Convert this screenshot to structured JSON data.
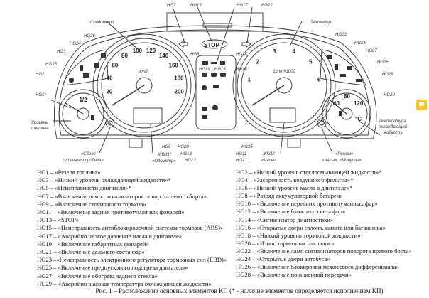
{
  "figure": {
    "labels": {
      "hg7": "HG7",
      "hg13": "HG13",
      "hg17": "HG17",
      "hg22": "HG22",
      "speedometer": "Спидометр",
      "tachometer": "Тахометр",
      "hg26": "HG26",
      "hg24": "HG24",
      "hg3": "HG3",
      "hg25": "HG25",
      "hg2": "HG2",
      "hg1": "HG1*",
      "fuel_1": "Уровень",
      "fuel_2": "топлива",
      "reset_1": "«Сброс",
      "reset_2": "суточного пробега»",
      "hg9": "HG9",
      "hg20": "HG20",
      "hg18": "HG18",
      "hg12": "HG12",
      "lcd1_1": "ЖКИ1*",
      "lcd1_2": "«Одометр»",
      "hg8": "HG8",
      "hg19": "HG19",
      "hg15": "HG15",
      "hg14": "HG14",
      "hg16": "HG16",
      "hg23": "HG23",
      "hg4": "HG24",
      "hg27": "HG27",
      "hg6": "HG25",
      "hg28": "HG28",
      "hg29": "HG29",
      "temp_1": "Температура",
      "temp_2": "охлаждающей",
      "temp_3": "жидкости",
      "lcd2_1": "ЖКИ2",
      "lcd2_2": "«Часы»",
      "mode_1": "«Режим»",
      "mode_2": "«Часы», «Минуты»",
      "hg10": "HG25",
      "hg11": "HG11",
      "hg21": "HG21",
      "stop": "STOP",
      "kmh": "km/h",
      "rpm": "1/min×1000",
      "fuel_half": "1/2",
      "temp_c": "°C"
    },
    "speed_ticks": [
      "20",
      "40",
      "60",
      "80",
      "100",
      "120",
      "140",
      "160",
      "180",
      "200"
    ],
    "rpm_ticks": [
      "1",
      "2",
      "3",
      "4",
      "5",
      "6"
    ],
    "temp_ticks": [
      "40",
      "80",
      "120"
    ]
  },
  "left_list": [
    "HG1 – «Резерв топлива»",
    "HG3 – «Низкий уровень охлаждающей жидкости»*",
    "HG5 – «Неисправности двигателя»*",
    "HG7 – «Включение ламп сигнализаторов поворота левого борта»",
    "HG9 – «Включение стояночного тормоза»",
    "HG11 – «Включение задних противотуманных фонарей»",
    "HG13 – «STOP»",
    "HG15 – «Неисправность антиблокировочной системы тормозов (ABS)»",
    "HG17 – «Аварийно низкое давление масла в двигателе»",
    "HG19 – «Включение габаритных фонарей»",
    "HG21 – «Включение дальнего света фар»",
    "HG23 –«Неисправность электронного регулятора тормозных сил (EBD)»",
    "HG25 – «Включение предпускового подогрева двигателя»",
    "HG27 – «Включение обогрева заднего стекла»",
    "HG29 – «Аварийно высокая температура охлаждающей жидкости»"
  ],
  "right_list": [
    "HG2 – «Низкий уровень стеклоомывающей жидкости»*",
    "HG4 – «Засоренность воздушного фильтра»*",
    "HG6 – «Низкий уровень масла в двигателе»*",
    "HG8 – «Разряд аккумуляторной батареи»",
    "HG10 – «Включение передних противотуманных фар»",
    "HG12 – «Включение ближнего света фар»",
    "HG14 – «Сигнализатор диагностики»",
    "HG16 – «Открытые двери салона, капота или багажника»",
    "HG18 – «Низкий уровень тормозной жидкости»",
    "HG20 – «Износ тормозных накладок»",
    "HG22 – «Включение ламп сигнализаторов поворота правого борта»",
    "HG24 – «Открытые двери автобуса»",
    "HG26 – «Включение блокировки межосевого дифференциала»",
    "HG28 – «Включение пониженной передачи»"
  ],
  "caption": "Рис. 1 – Расположение основных элементов КП (* - наличие элементов определяется исполнением КП)",
  "colors": {
    "side_button": "#f5c518"
  }
}
